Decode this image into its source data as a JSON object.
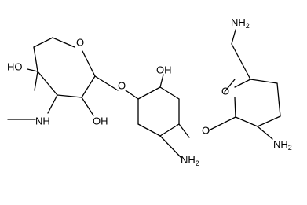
{
  "molecule": {
    "labels": {
      "o_left_ring": "O",
      "ho_top_left": "HO",
      "oh_left_ring": "OH",
      "nh_methyl": "NH",
      "o_glycosidic_left": "O",
      "oh_center": "OH",
      "nh2_center": "NH",
      "o_right_ring": "O",
      "o_glycosidic_right": "O",
      "nh2_right": "NH",
      "nh2_top": "NH"
    },
    "subscripts": {
      "two": "2"
    }
  }
}
